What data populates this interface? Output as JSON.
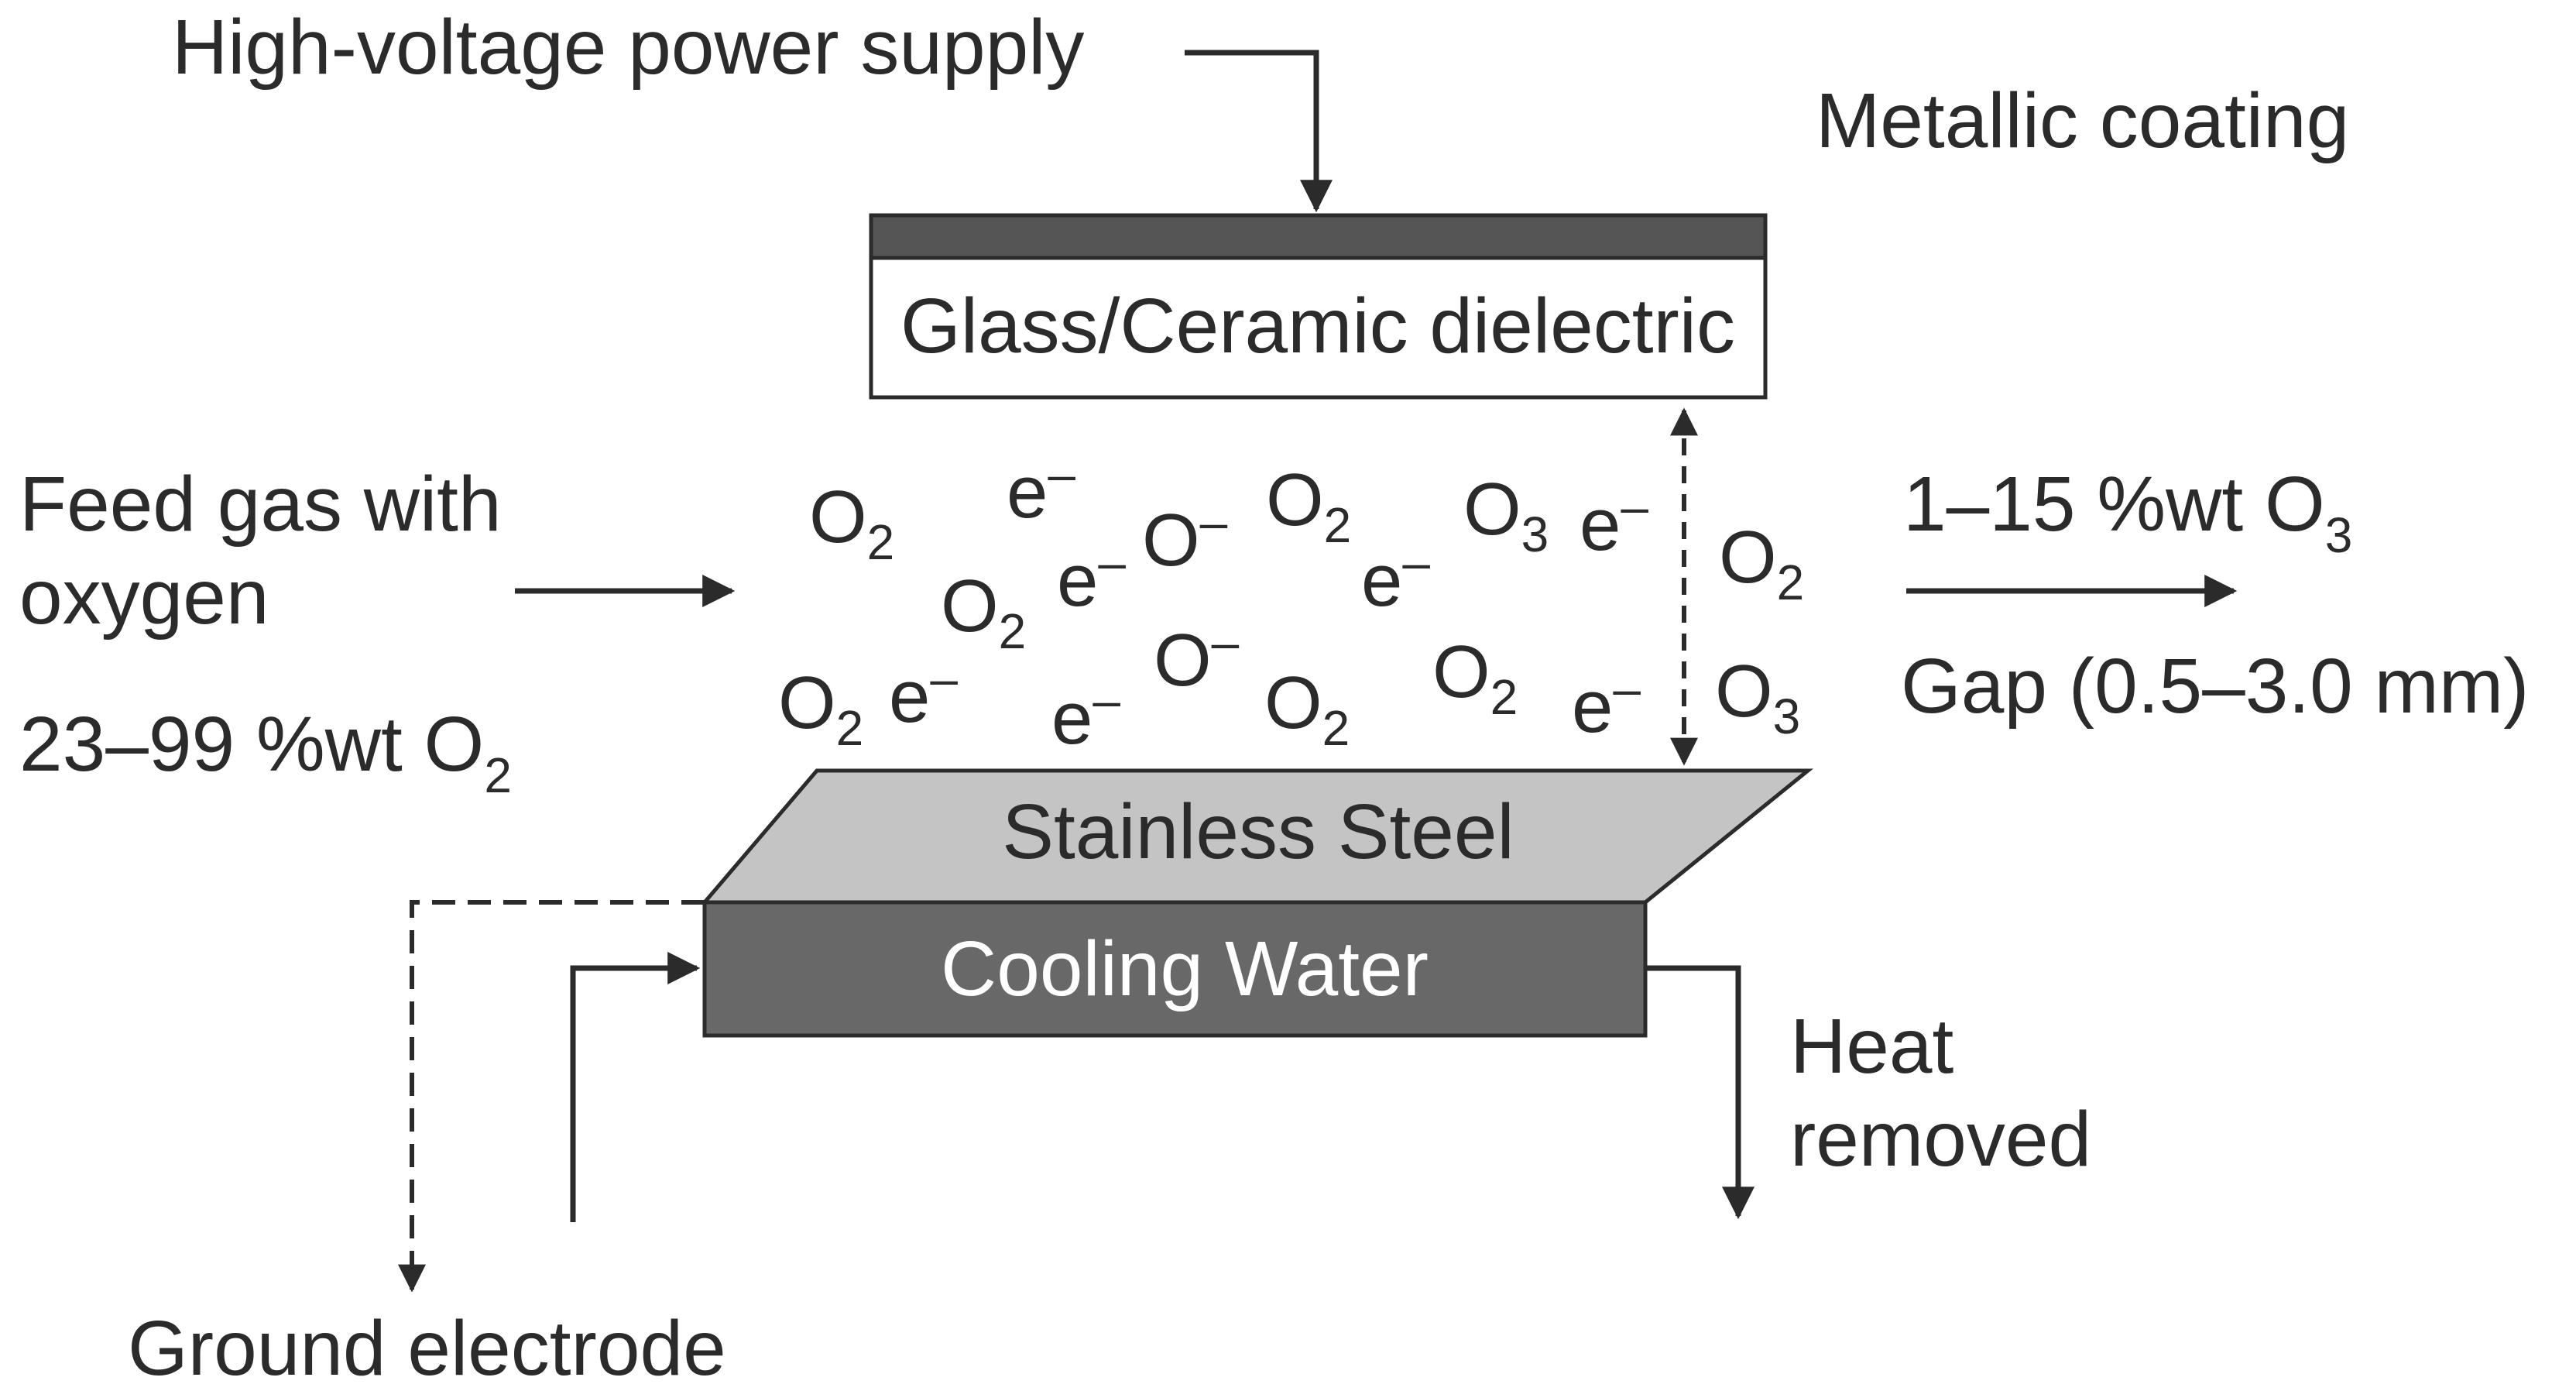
{
  "labels": {
    "power_supply": "High-voltage power supply",
    "metallic_coating": "Metallic coating",
    "dielectric": "Glass/Ceramic dielectric",
    "feed_gas_line1": "Feed gas with",
    "feed_gas_line2": "oxygen",
    "feed_pct": "23–99 %wt O",
    "feed_pct_sub": "2",
    "output_pct": "1–15 %wt O",
    "output_pct_sub": "3",
    "gap": "Gap (0.5–3.0 mm)",
    "stainless": "Stainless Steel",
    "cooling": "Cooling Water",
    "heat_line1": "Heat",
    "heat_line2": "removed",
    "ground": "Ground electrode"
  },
  "species": {
    "o": "O",
    "e": "e",
    "minus": "–",
    "sub2": "2",
    "sub3": "3"
  },
  "colors": {
    "ink": "#2b2b2b",
    "metal_coating": "#555555",
    "stainless": "#c4c4c4",
    "cooling": "#686868",
    "dielectric": "#ffffff"
  }
}
